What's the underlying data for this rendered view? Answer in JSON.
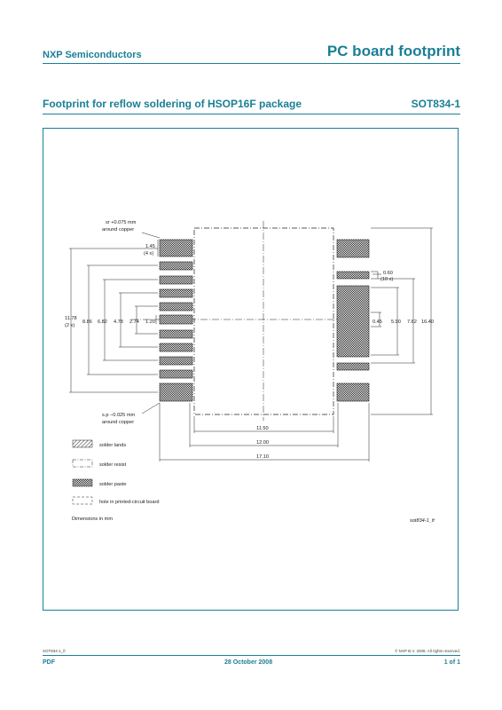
{
  "header": {
    "company": "NXP Semiconductors",
    "doc_type": "PC board footprint"
  },
  "section": {
    "title": "Footprint for reflow soldering of HSOP16F package",
    "package_code": "SOT834-1"
  },
  "drawing": {
    "annotations": {
      "sr_line1": "sr +0.075 mm",
      "sr_line2": "around copper",
      "sp_line1": "s.p −0.025 mm",
      "sp_line2": "around copper",
      "pitch_left": "1.45",
      "pitch_left_count": "(4 x)",
      "pad_right": "0.60",
      "pad_right_count": "(10 x)"
    },
    "left_dims": [
      "11.78",
      "(2 x)",
      "8.86",
      "6.82",
      "4.78",
      "2.74",
      "1.20"
    ],
    "right_dims": [
      "0.45",
      "5.90",
      "7.62",
      "16.40"
    ],
    "bottom_dims": [
      "11.50",
      "12.00",
      "17.10"
    ],
    "legend": [
      {
        "label": "solder lands",
        "pattern": "hatch"
      },
      {
        "label": "solder resist",
        "pattern": "dashdot"
      },
      {
        "label": "solder paste",
        "pattern": "dots"
      },
      {
        "label": "hole in printed-circuit board",
        "pattern": "dashed"
      }
    ],
    "units_note": "Dimensions in mm",
    "drawing_id": "sot834-1_fr"
  },
  "footer": {
    "small_left": "SOT834-1_fr",
    "small_right": "© NXP B.V. 2008.  All rights reserved.",
    "left": "PDF",
    "center": "28 October 2008",
    "right": "1 of 1"
  },
  "colors": {
    "accent": "#1a7f95"
  }
}
